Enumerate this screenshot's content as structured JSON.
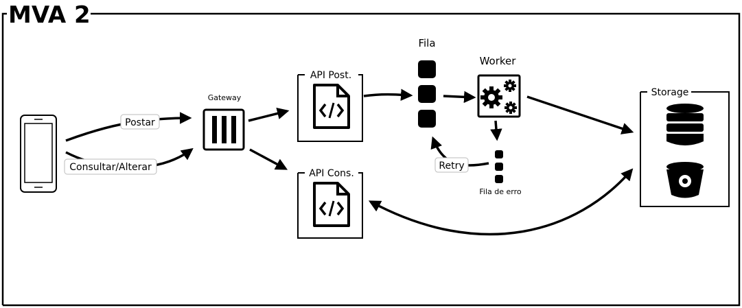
{
  "frame": {
    "title": "MVA 2"
  },
  "gateway": {
    "label": "Gateway"
  },
  "api_post": {
    "label": "API Post."
  },
  "api_cons": {
    "label": "API Cons."
  },
  "queue": {
    "label": "Fila"
  },
  "worker": {
    "label": "Worker"
  },
  "error_queue": {
    "label": "Fila de erro"
  },
  "storage": {
    "label": "Storage"
  },
  "edges": {
    "post": "Postar",
    "query": "Consultar/Alterar",
    "retry": "Retry"
  },
  "icons": {
    "phone": "smartphone-icon",
    "gateway": "gateway-icon",
    "code_file": "code-file-icon",
    "gears": "gears-icon",
    "database": "database-icon",
    "bucket": "bucket-icon"
  }
}
